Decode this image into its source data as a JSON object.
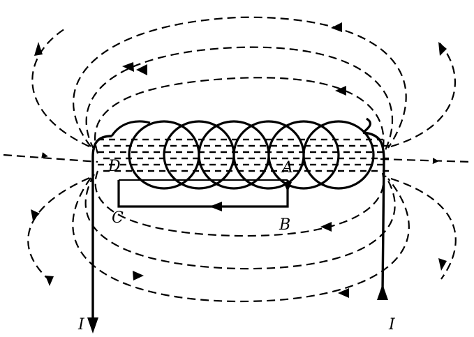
{
  "diagram": {
    "labels": {
      "D": "D",
      "A": "A",
      "C": "C",
      "B": "B",
      "current_left": "I",
      "current_right": "I"
    },
    "colors": {
      "ink": "#000000",
      "background": "#ffffff"
    }
  }
}
